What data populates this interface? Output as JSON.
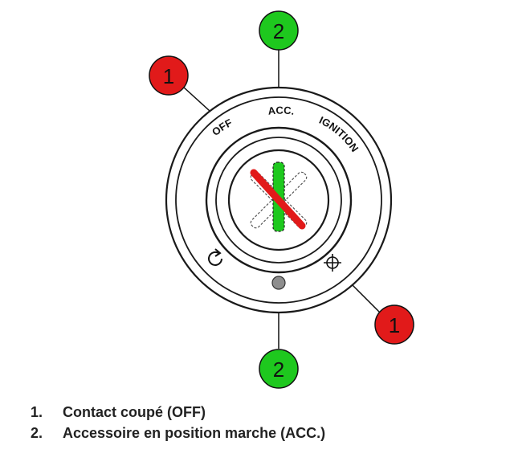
{
  "ring_labels": {
    "off": "OFF",
    "acc": "ACC.",
    "ignition": "IGNITION"
  },
  "callouts": [
    {
      "number": "1",
      "color": "#e11a1a"
    },
    {
      "number": "2",
      "color": "#1ec81e"
    },
    {
      "number": "1",
      "color": "#e11a1a"
    },
    {
      "number": "2",
      "color": "#1ec81e"
    }
  ],
  "icons": {
    "off_marker": "rotate-arrow-icon",
    "acc_marker": "grey-dot-icon",
    "ignition_marker": "crosshair-icon",
    "key_off": "red-slash",
    "key_acc": "green-bar",
    "key_dashed": "dashed-outline"
  },
  "colors": {
    "off": "#e11a1a",
    "acc": "#1ec81e",
    "dot": "#8e8e8e"
  },
  "legend": [
    {
      "number": "1.",
      "text": "Contact coupé (OFF)"
    },
    {
      "number": "2.",
      "text": "Accessoire en position marche (ACC.)"
    }
  ]
}
